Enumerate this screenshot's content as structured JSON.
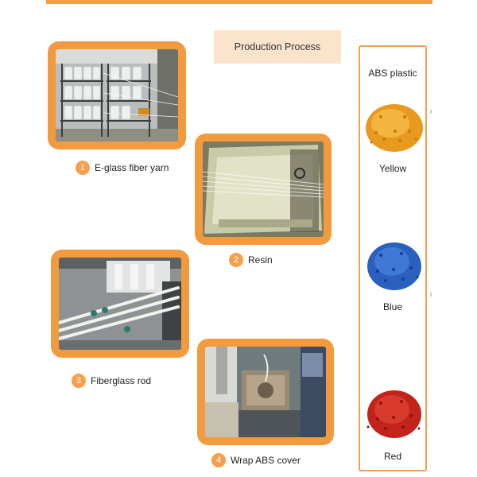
{
  "header": {
    "title": "Production Process"
  },
  "steps": [
    {
      "number": "1",
      "label": "E-glass fiber yarn"
    },
    {
      "number": "2",
      "label": "Resin"
    },
    {
      "number": "3",
      "label": "Fiberglass rod"
    },
    {
      "number": "4",
      "label": "Wrap ABS cover"
    }
  ],
  "materials": {
    "title": "ABS plastic",
    "items": [
      {
        "label": "Yellow",
        "color": "#e89a20"
      },
      {
        "label": "Blue",
        "color": "#2b5fc0"
      },
      {
        "label": "Red",
        "color": "#c2241c"
      }
    ]
  },
  "colors": {
    "accent": "#f19a3e",
    "title_bg": "#fbe3cc",
    "border": "#f2a24e"
  }
}
